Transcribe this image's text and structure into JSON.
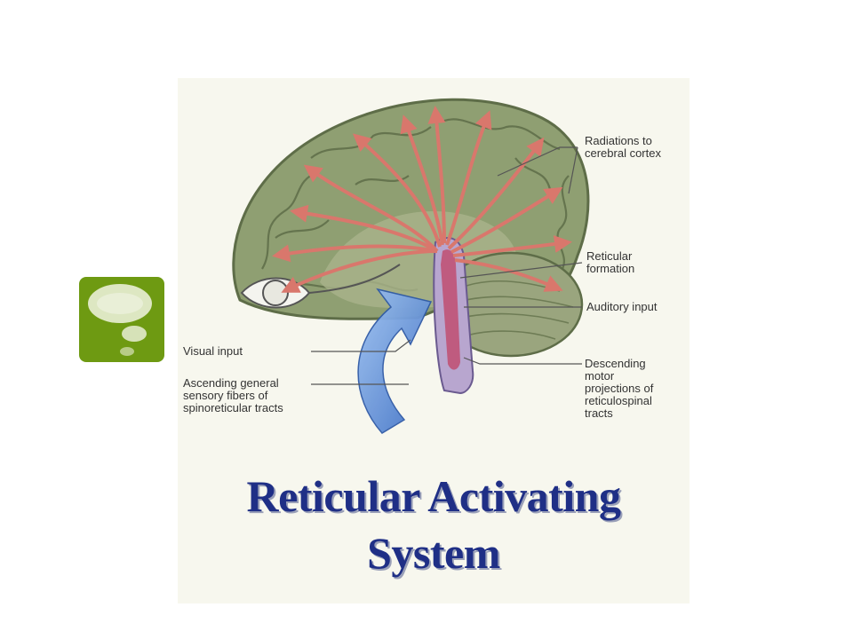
{
  "slide": {
    "bullet_icon": "speech-bubble-icon",
    "accent_color": "#6e9a12"
  },
  "figure": {
    "labels": {
      "radiations": "Radiations to\ncerebral cortex",
      "reticular": "Reticular\nformation",
      "auditory": "Auditory input",
      "visual": "Visual input",
      "ascending": "Ascending general\nsensory fibers of\nspinoreticular tracts",
      "descending": "Descending\nmotor\nprojections of\nreticulospinal\ntracts"
    },
    "title_line1": "Reticular Activating",
    "title_line2": "System",
    "colors": {
      "brain": "#8f9f72",
      "brain_dark": "#5e6d48",
      "arrows": "#d9776c",
      "title": "#1f2f86",
      "input_arrow": "#5f8fd6"
    }
  }
}
